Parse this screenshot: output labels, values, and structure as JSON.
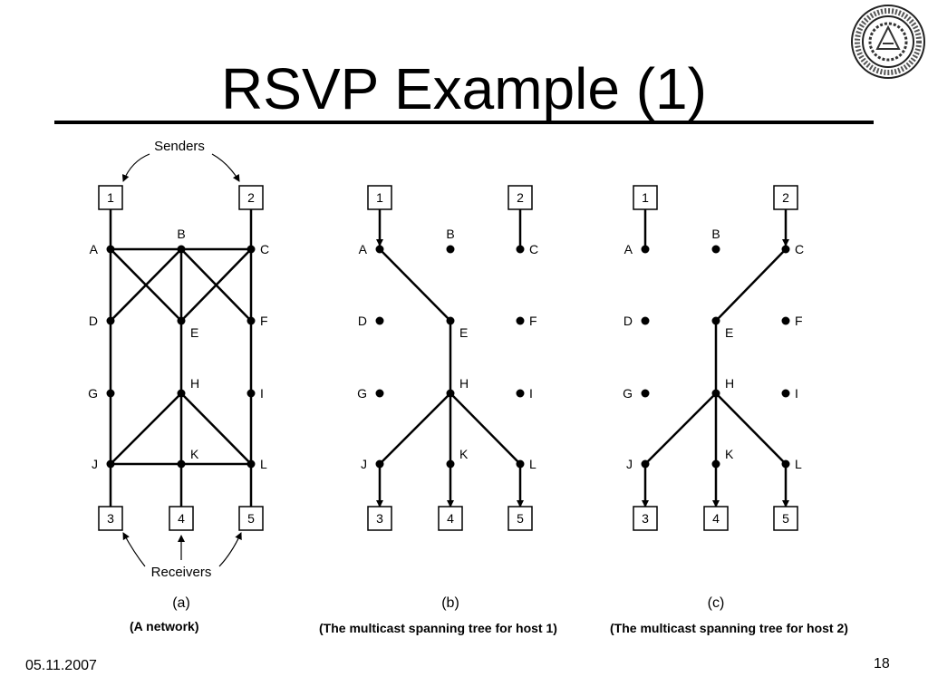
{
  "slide": {
    "title": "RSVP Example (1)",
    "footer_date": "05.11.2007",
    "page_number": "18"
  },
  "logo": {
    "description_text": ""
  },
  "diagram": {
    "senders_label": "Senders",
    "receivers_label": "Receivers",
    "panels": [
      {
        "id": "a",
        "panel_label": "(a)",
        "caption": "(A network)",
        "hosts": [
          "1",
          "2",
          "3",
          "4",
          "5"
        ],
        "routers": [
          "A",
          "B",
          "C",
          "D",
          "E",
          "F",
          "G",
          "H",
          "I",
          "J",
          "K",
          "L"
        ]
      },
      {
        "id": "b",
        "panel_label": "(b)",
        "caption": "(The multicast spanning tree for host 1)",
        "hosts": [
          "1",
          "2",
          "3",
          "4",
          "5"
        ],
        "routers": [
          "A",
          "B",
          "C",
          "D",
          "E",
          "F",
          "G",
          "H",
          "I",
          "J",
          "K",
          "L"
        ]
      },
      {
        "id": "c",
        "panel_label": "(c)",
        "caption": "(The multicast spanning tree for host 2)",
        "hosts": [
          "1",
          "2",
          "3",
          "4",
          "5"
        ],
        "routers": [
          "A",
          "B",
          "C",
          "D",
          "E",
          "F",
          "G",
          "H",
          "I",
          "J",
          "K",
          "L"
        ]
      }
    ]
  }
}
